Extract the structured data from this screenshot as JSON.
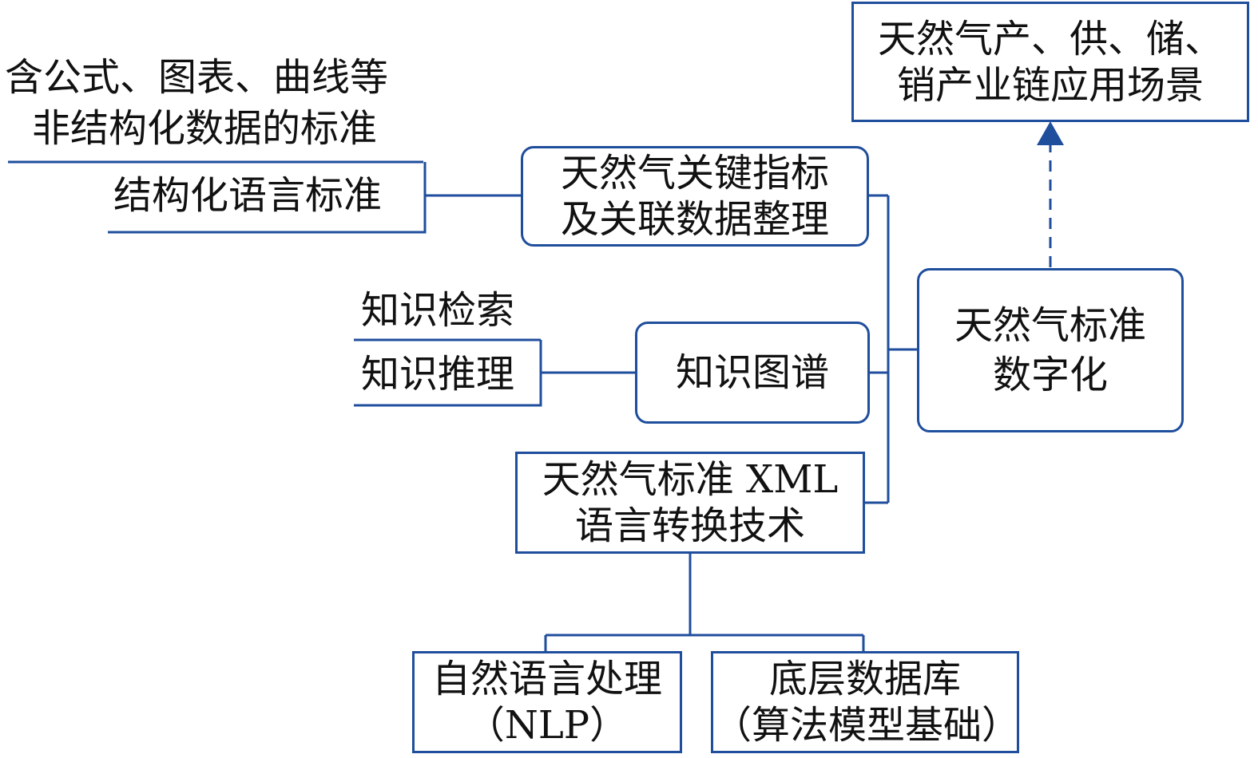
{
  "top_right_box": {
    "line1": "天然气产、供、储、",
    "line2": "销产业链应用场景"
  },
  "center_box": {
    "line1": "天然气标准",
    "line2": "数字化"
  },
  "kpi_box": {
    "line1": "天然气关键指标",
    "line2": "及关联数据整理"
  },
  "kg_box": {
    "text": "知识图谱"
  },
  "xml_box": {
    "line1": "天然气标准 XML",
    "line2": "语言转换技术"
  },
  "nlp_box": {
    "line1": "自然语言处理",
    "line2": "（NLP）"
  },
  "db_box": {
    "line1": "底层数据库",
    "line2": "（算法模型基础）"
  },
  "left_labels": {
    "unstructured_line1": "含公式、图表、曲线等",
    "unstructured_line2": "非结构化数据的标准",
    "structured": "结构化语言标准",
    "retrieval": "知识检索",
    "reasoning": "知识推理"
  },
  "colors": {
    "line": "#1f4e9c",
    "text": "#111111"
  }
}
